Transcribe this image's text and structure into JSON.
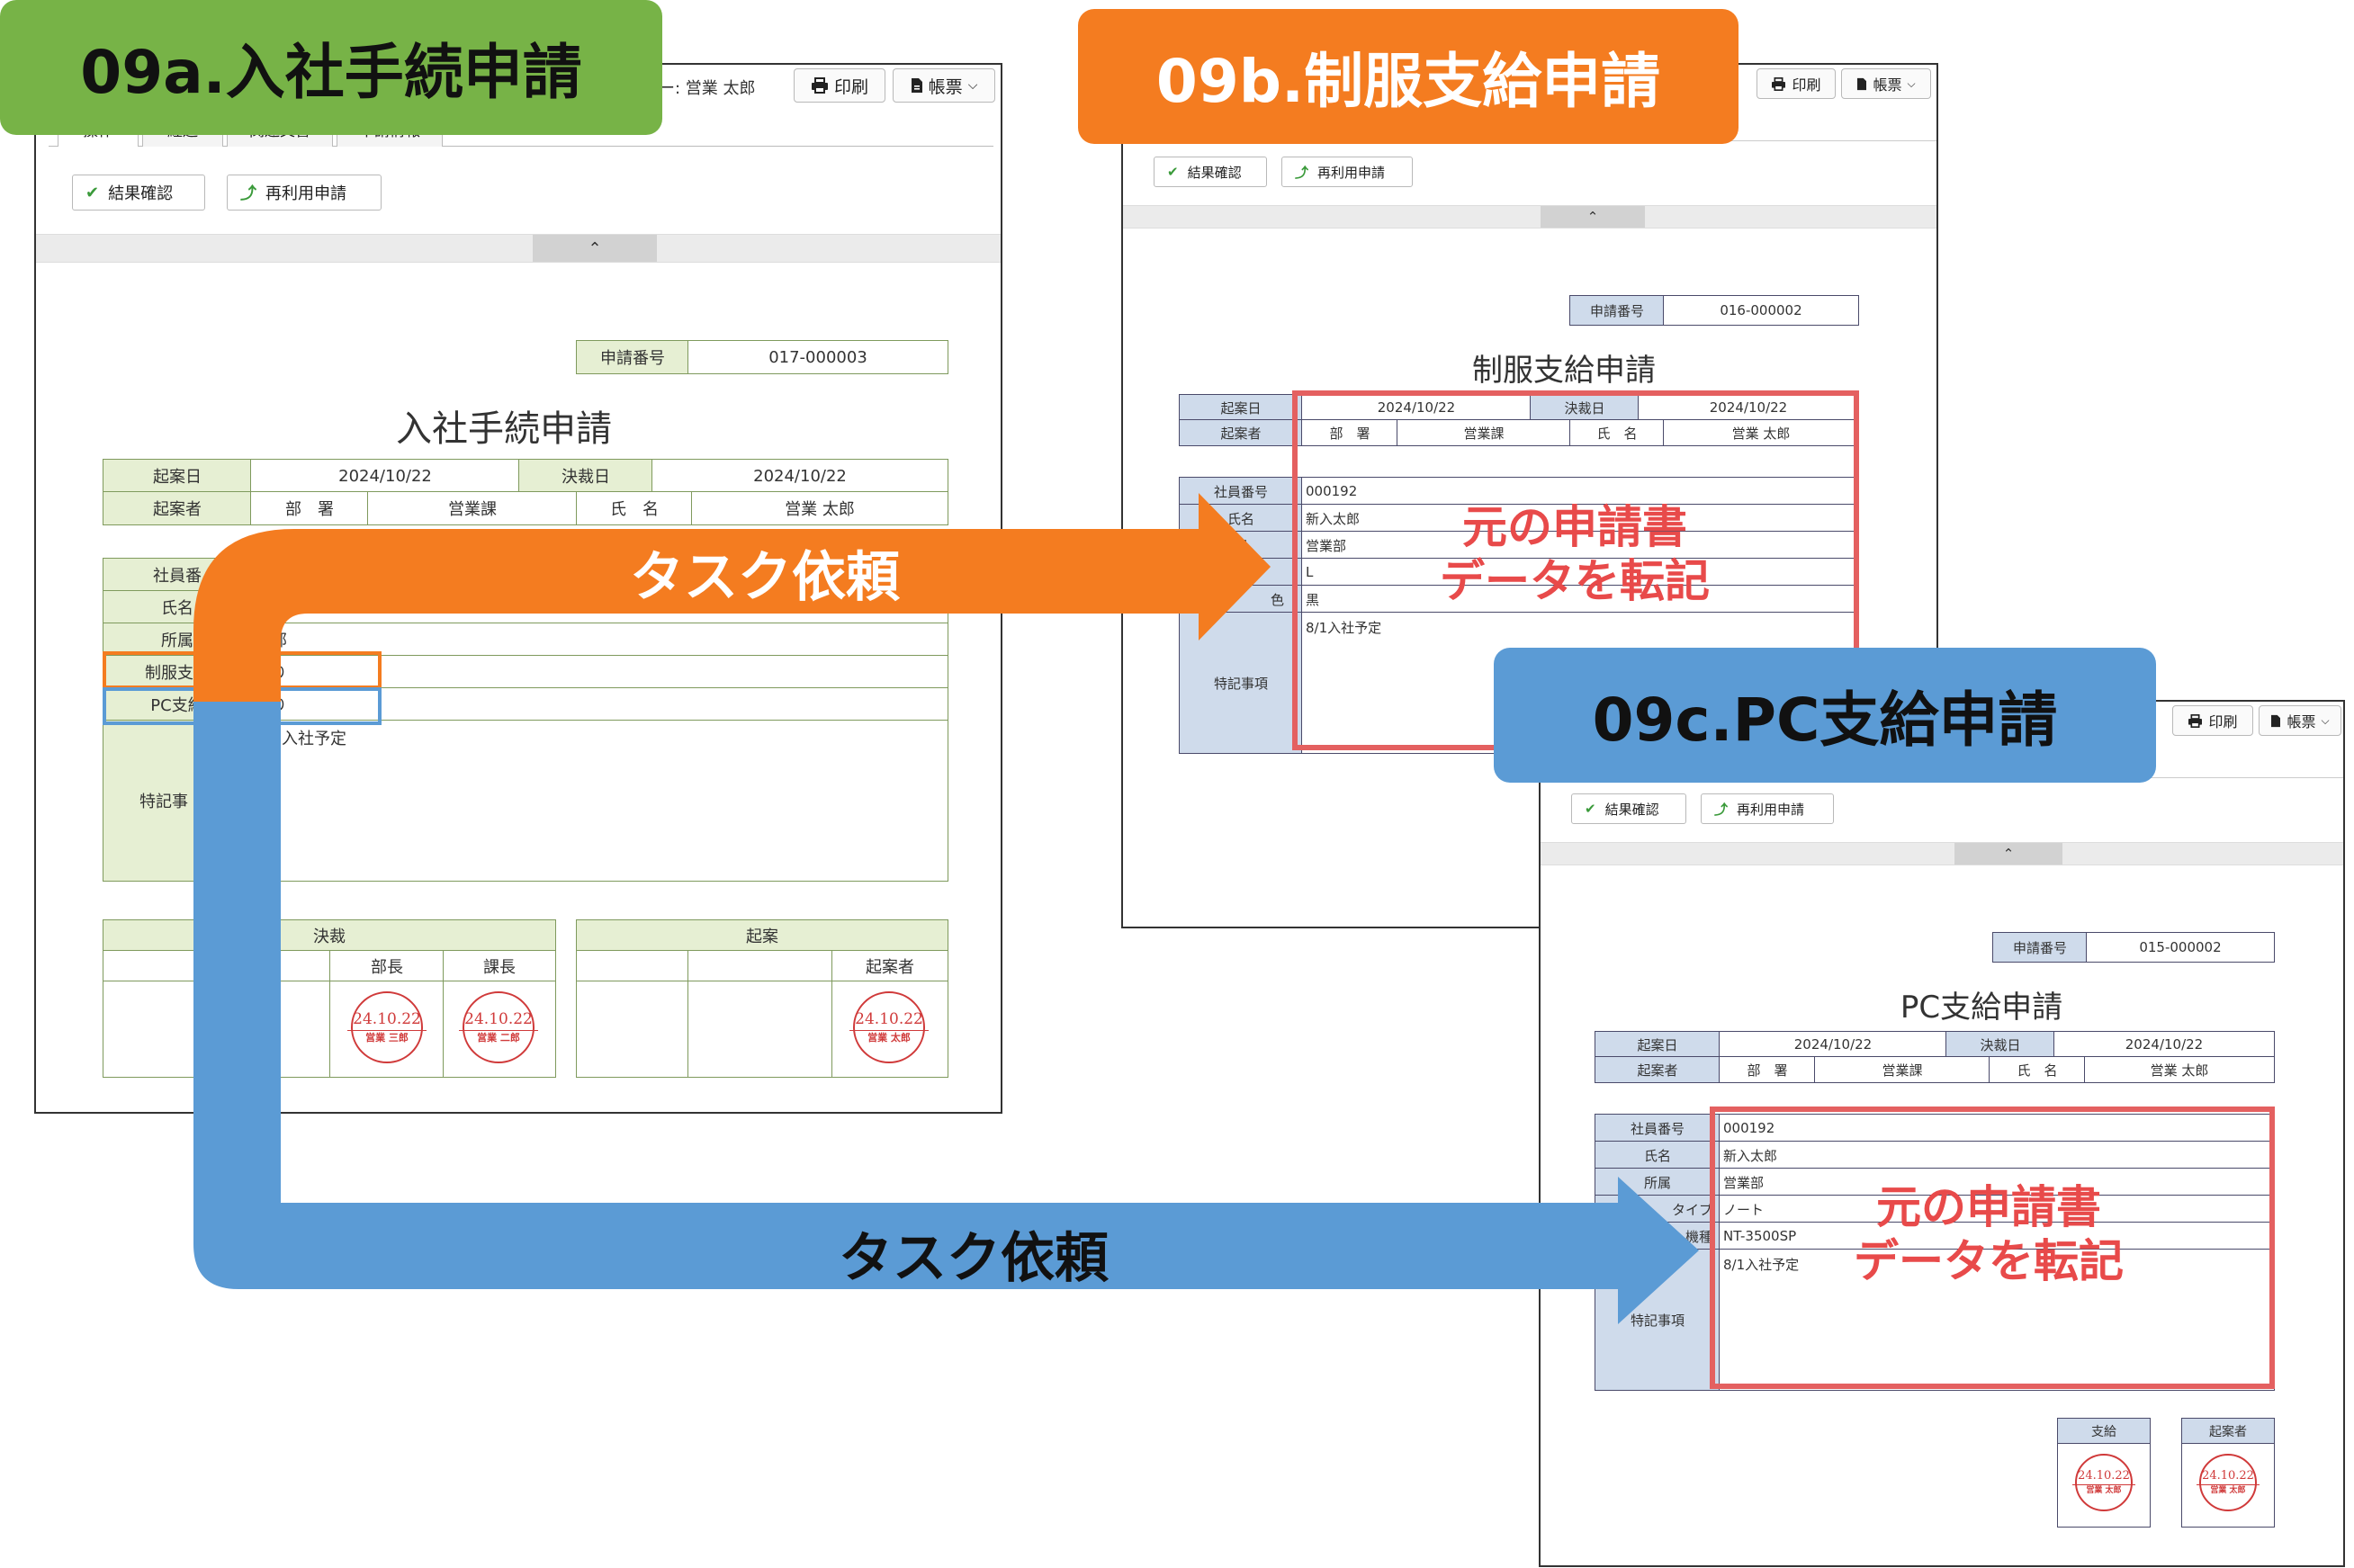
{
  "badges": {
    "a": {
      "title": "09a.入社手続申請",
      "color": "#77b347"
    },
    "b": {
      "title": "09b.制服支給申請",
      "color": "#f47c20"
    },
    "c": {
      "title": "09c.PC支給申請",
      "color": "#5b9bd5"
    }
  },
  "arrows": {
    "to_b": {
      "label": "タスク依頼",
      "color": "#f47c20"
    },
    "to_c": {
      "label": "タスク依頼",
      "color": "#5b9bd5"
    }
  },
  "annotation": {
    "line1": "元の申請書",
    "line2": "データを転記",
    "color": "#e84a4a"
  },
  "toolbar": {
    "print": "印刷",
    "report": "帳票",
    "confirm": "結果確認",
    "reuse": "再利用申請"
  },
  "form_a": {
    "user_tail": "ー: 営業 太郎",
    "tabs": [
      "操作",
      "経過",
      "関連文書",
      "申請情報"
    ],
    "number_label": "申請番号",
    "number_value": "017-000003",
    "title": "入社手続申請",
    "draft_date_label": "起案日",
    "draft_date": "2024/10/22",
    "decision_date_label": "決裁日",
    "decision_date": "2024/10/22",
    "drafter_label": "起案者",
    "dept_label": "部　署",
    "dept_value": "営業課",
    "name_label": "氏　名",
    "name_value": "営業 太郎",
    "rows": [
      {
        "label": "社員番",
        "value": ""
      },
      {
        "label": "氏名",
        "value": ""
      },
      {
        "label": "所属",
        "value": "業部"
      },
      {
        "label": "制服支給",
        "value": "あり"
      },
      {
        "label": "PC支給",
        "value": "あり"
      }
    ],
    "remarks_label": "特記事",
    "remarks_value": "入社予定",
    "approval_label": "決裁",
    "approval_cols": [
      "部長",
      "課長"
    ],
    "draft_box_label": "起案",
    "drafter_col": "起案者",
    "seals": [
      {
        "date": "24.10.22",
        "name": "営業 三郎"
      },
      {
        "date": "24.10.22",
        "name": "営業 二郎"
      },
      {
        "date": "24.10.22",
        "name": "営業 太郎"
      }
    ]
  },
  "form_b": {
    "number_label": "申請番号",
    "number_value": "016-000002",
    "title": "制服支給申請",
    "draft_date_label": "起案日",
    "draft_date": "2024/10/22",
    "decision_date_label": "決裁日",
    "decision_date": "2024/10/22",
    "drafter_label": "起案者",
    "dept_label": "部　署",
    "dept_value": "営業課",
    "name_label": "氏　名",
    "name_value": "営業 太郎",
    "rows": [
      {
        "label": "社員番号",
        "value": "000192"
      },
      {
        "label": "氏名",
        "value": "新入太郎"
      },
      {
        "label": "属",
        "value": "営業部"
      },
      {
        "label": "",
        "value": "L"
      },
      {
        "label": "色",
        "value": "黒"
      }
    ],
    "remarks_label": "特記事項",
    "remarks_value": "8/1入社予定"
  },
  "form_c": {
    "number_label": "申請番号",
    "number_value": "015-000002",
    "title": "PC支給申請",
    "draft_date_label": "起案日",
    "draft_date": "2024/10/22",
    "decision_date_label": "決裁日",
    "decision_date": "2024/10/22",
    "drafter_label": "起案者",
    "dept_label": "部　署",
    "dept_value": "営業課",
    "name_label": "氏　名",
    "name_value": "営業 太郎",
    "rows": [
      {
        "label": "社員番号",
        "value": "000192"
      },
      {
        "label": "氏名",
        "value": "新入太郎"
      },
      {
        "label": "所属",
        "value": "営業部"
      },
      {
        "label": "タイプ",
        "value": "ノート"
      },
      {
        "label": "機種",
        "value": "NT-3500SP"
      }
    ],
    "remarks_label": "特記事項",
    "remarks_value": "8/1入社予定",
    "stamp_cols": [
      "支給",
      "起案者"
    ],
    "seals": [
      {
        "date": "24.10.22",
        "name": "営業 太郎"
      },
      {
        "date": "24.10.22",
        "name": "営業 太郎"
      }
    ]
  }
}
